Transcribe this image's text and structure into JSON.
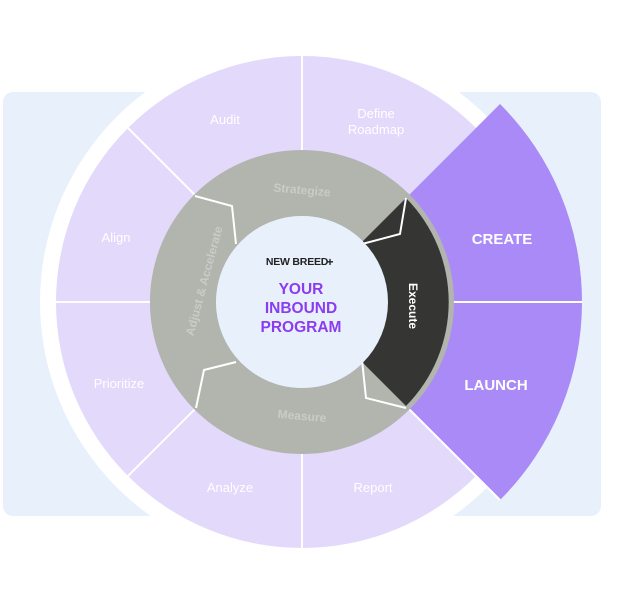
{
  "brand": {
    "name": "NEW BREED",
    "mark": "+"
  },
  "center": {
    "line1": "YOUR",
    "line2": "INBOUND",
    "line3": "PROGRAM"
  },
  "outer_segments": {
    "audit": "Audit",
    "define": "Define",
    "roadmap": "Roadmap",
    "align": "Align",
    "prioritize": "Prioritize",
    "analyze": "Analyze",
    "report": "Report",
    "create": "CREATE",
    "launch": "LAUNCH"
  },
  "inner_ring": {
    "strategize": "Strategize",
    "adjust": "Adjust & Accelerate",
    "measure": "Measure",
    "execute": "Execute"
  },
  "colors": {
    "background_panel": "#e8f1fb",
    "outer_segment": "#e3d9fb",
    "highlight_segment": "#a98af7",
    "inner_ring": "#b2b5ae",
    "execute_segment": "#353634",
    "center": "#e8f1fb",
    "center_title": "#8b3cf0"
  }
}
